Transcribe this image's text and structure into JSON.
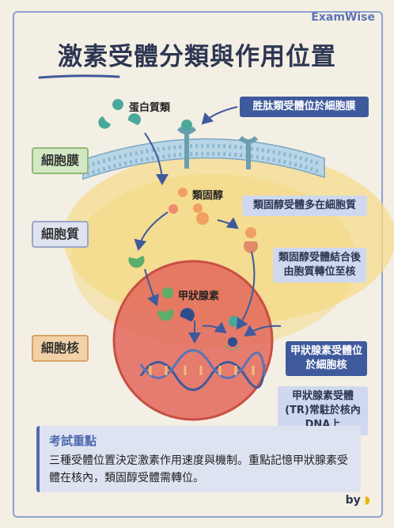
{
  "brand": "ExamWise",
  "title": "激素受體分類與作用位置",
  "regions": {
    "membrane": "細胞膜",
    "cytoplasm": "細胞質",
    "nucleus": "細胞核"
  },
  "molecules": {
    "protein": "蛋白質類",
    "steroid": "類固醇",
    "thyroid": "甲狀腺素"
  },
  "callouts": {
    "peptide_receptor": "胜肽類受體位於細胞膜",
    "steroid_receptor": "類固醇受體多在細胞質",
    "steroid_translocation": "類固醇受體結合後由胞質轉位至核",
    "thyroid_receptor": "甲狀腺素受體位於細胞核",
    "tr_dna": "甲狀腺素受體(TR)常駐於核內DNA上"
  },
  "exam": {
    "heading": "考試重點",
    "text": "三種受體位置決定激素作用速度與機制。重點記憶甲狀腺素受體在核內，類固醇受體需轉位。"
  },
  "credit": "by",
  "colors": {
    "accent": "#3f5a9c",
    "protein": "#4aa89a",
    "steroid": "#f0a060",
    "thyroid": "#5cae6a",
    "nucleus": "#e2675a"
  }
}
